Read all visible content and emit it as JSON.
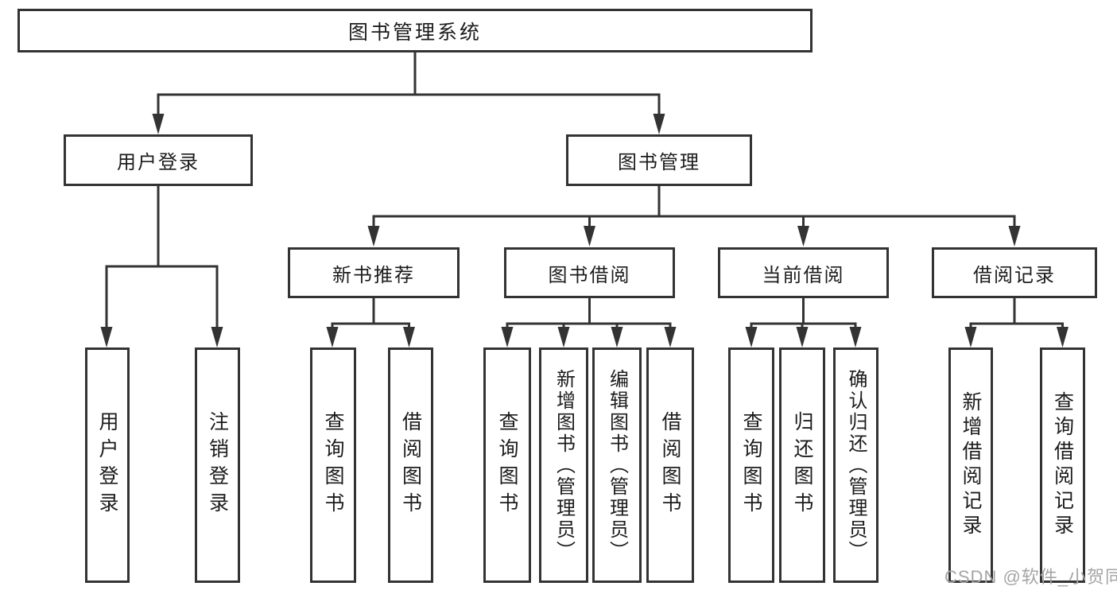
{
  "tree": {
    "label": "图书管理系统",
    "children": [
      {
        "label": "用户登录",
        "children": [
          {
            "label": "用户登录"
          },
          {
            "label": "注销登录"
          }
        ]
      },
      {
        "label": "图书管理",
        "children": [
          {
            "label": "新书推荐",
            "children": [
              {
                "label": "查询图书"
              },
              {
                "label": "借阅图书"
              }
            ]
          },
          {
            "label": "图书借阅",
            "children": [
              {
                "label": "查询图书"
              },
              {
                "label": "新增图书（管理员）"
              },
              {
                "label": "编辑图书（管理员）"
              },
              {
                "label": "借阅图书"
              }
            ]
          },
          {
            "label": "当前借阅",
            "children": [
              {
                "label": "查询图书"
              },
              {
                "label": "归还图书"
              },
              {
                "label": "确认归还（管理员）"
              }
            ]
          },
          {
            "label": "借阅记录",
            "children": [
              {
                "label": "新增借阅记录"
              },
              {
                "label": "查询借阅记录"
              }
            ]
          }
        ]
      }
    ]
  },
  "watermark": "CSDN @软件_小贺同学",
  "colors": {
    "line": "#333333",
    "box_border": "#333333",
    "text": "#1c1c1c",
    "watermark": "#a5a5a5",
    "background": "#ffffff"
  }
}
